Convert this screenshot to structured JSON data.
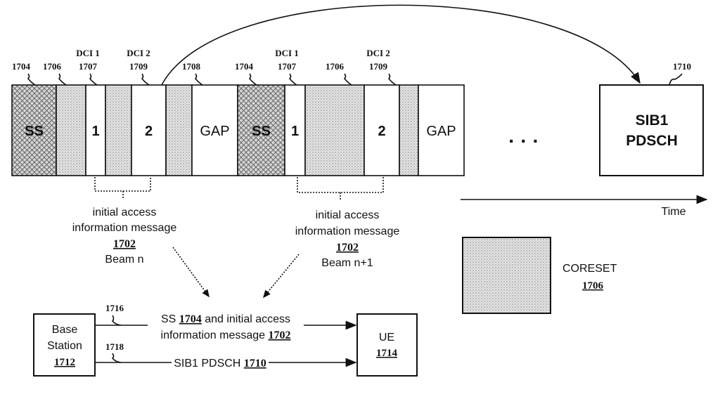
{
  "timeline": {
    "segments": [
      {
        "type": "ss",
        "label": "SS",
        "ref": "1704"
      },
      {
        "type": "coreset",
        "label": "",
        "ref": "1706"
      },
      {
        "type": "dci",
        "label": "1",
        "ref": "1707",
        "title": "DCI 1"
      },
      {
        "type": "coreset",
        "label": ""
      },
      {
        "type": "dci",
        "label": "2",
        "ref": "1709",
        "title": "DCI 2"
      },
      {
        "type": "coreset",
        "label": ""
      },
      {
        "type": "gap",
        "label": "GAP",
        "ref": "1708"
      },
      {
        "type": "ss",
        "label": "SS",
        "ref": "1704"
      },
      {
        "type": "dci",
        "label": "1",
        "ref": "1707",
        "title": "DCI 1"
      },
      {
        "type": "coreset",
        "label": "",
        "ref": "1706"
      },
      {
        "type": "dci",
        "label": "2",
        "ref": "1709",
        "title": "DCI 2"
      },
      {
        "type": "coreset",
        "label": ""
      },
      {
        "type": "gap",
        "label": "GAP"
      }
    ],
    "ellipsis": "· · ·",
    "sib1": {
      "line1": "SIB1",
      "line2": "PDSCH",
      "ref": "1710"
    },
    "time_label": "Time"
  },
  "messages": [
    {
      "line1": "initial access",
      "line2": "information message",
      "ref": "1702",
      "beam": "Beam n"
    },
    {
      "line1": "initial access",
      "line2": "information message",
      "ref": "1702",
      "beam": "Beam n+1"
    }
  ],
  "legend": {
    "label": "CORESET",
    "ref": "1706"
  },
  "bottom": {
    "base_station": {
      "line1": "Base",
      "line2": "Station",
      "ref": "1712"
    },
    "ue": {
      "line1": "UE",
      "ref": "1714"
    },
    "link1": {
      "ref": "1716",
      "pre": "SS ",
      "ref_ss": "1704",
      "mid": " and initial access",
      "line2": "information message ",
      "ref_msg": "1702"
    },
    "link2": {
      "ref": "1718",
      "text": "SIB1 PDSCH ",
      "ref_sib": "1710"
    }
  }
}
